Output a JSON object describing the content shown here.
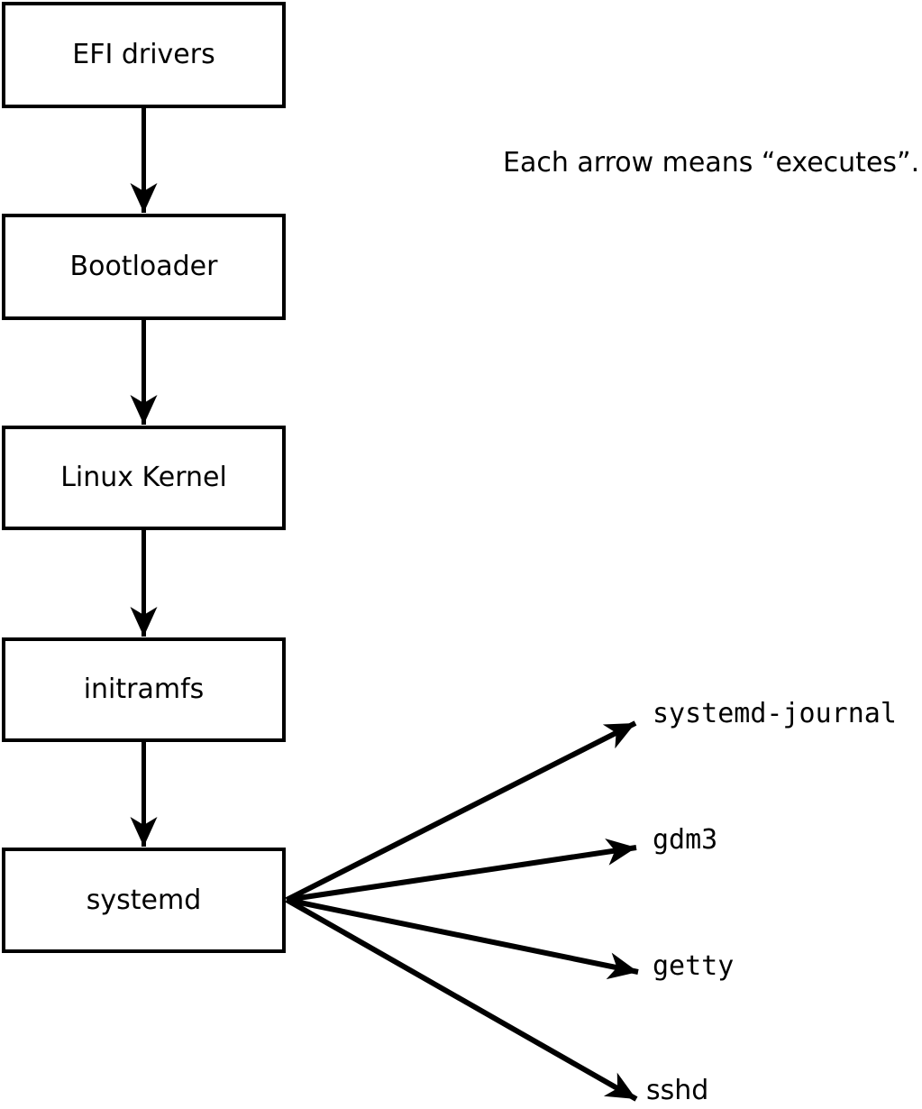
{
  "diagram": {
    "note": "Each arrow means “executes”.",
    "boot_chain": [
      {
        "label": "EFI drivers"
      },
      {
        "label": "Bootloader"
      },
      {
        "label": "Linux Kernel"
      },
      {
        "label": "initramfs"
      },
      {
        "label": "systemd"
      }
    ],
    "spawned_processes": [
      {
        "label": "systemd-journal"
      },
      {
        "label": "gdm3"
      },
      {
        "label": "getty"
      },
      {
        "label": "sshd"
      }
    ],
    "colors": {
      "line": "#000000",
      "box_fill": "#ffffff",
      "background": "#ffffff"
    }
  }
}
